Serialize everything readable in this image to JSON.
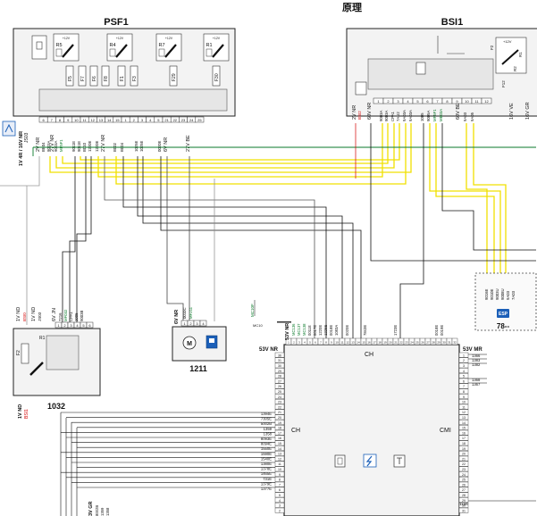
{
  "header": {
    "title": "原理"
  },
  "modules": {
    "psf1": {
      "name": "PSF1",
      "relays": [
        "R5",
        "R4",
        "R7",
        "R1"
      ],
      "relay_supply": "+12V",
      "fuses": [
        "F5",
        "F7",
        "F6",
        "F8",
        "F1",
        "F3",
        "F29",
        "F30"
      ],
      "pins": [
        "6",
        "7",
        "8",
        "9",
        "10",
        "11",
        "12",
        "13",
        "14",
        "15",
        "1",
        "2",
        "3",
        "4",
        "5",
        "21",
        "22",
        "23",
        "24",
        "25"
      ],
      "connectors": [
        "2V NR",
        "27V NR",
        "27V NR",
        "6V NR",
        "27V BE"
      ],
      "wires": [
        "BB04",
        "9003A",
        "9003A",
        "MF5F1",
        "9011E",
        "9011E",
        "B010",
        "1220E",
        "1220E",
        "B002",
        "B004",
        "1025E",
        "1025E",
        "0020E"
      ]
    },
    "bsi1": {
      "name": "BSI1",
      "supply": "+12V",
      "connectors": [
        "2V NR",
        "60V NR",
        "60V BE",
        "16V VE",
        "16V GR"
      ],
      "connector_codes": [
        "BSI2",
        "BSI3"
      ],
      "pins": [
        "1",
        "2",
        "3",
        "4",
        "5",
        "6",
        "7",
        "8",
        "9",
        "10",
        "11",
        "12"
      ],
      "wires": [
        "9003A",
        "9003A",
        "CPA1",
        "7AU2",
        "9A03A",
        "9A03A",
        "1005",
        "9005A",
        "MF5F1",
        "MB03A",
        "9A03",
        "9A05"
      ],
      "fuse_marks": [
        "F2",
        "R1",
        "R2",
        "F12"
      ]
    },
    "m1032": {
      "name": "1032",
      "connectors": [
        "1V ND",
        "1V ND",
        "6V JN"
      ],
      "connector_codes": [
        "BSI0",
        "JS03"
      ],
      "wires": [
        "7216",
        "MF032",
        "CPA1",
        "1005",
        "9003B"
      ],
      "fuse": "F2",
      "relay": "R1",
      "pins": [
        "1",
        "2",
        "3",
        "4",
        "5",
        "6"
      ],
      "bottom_connector": "1V ND",
      "bottom_code": "BSI1"
    },
    "m1211": {
      "name": "1211",
      "connector": "6V NR",
      "wires": [
        "0010C",
        "MF211"
      ],
      "pins": [
        "1",
        "2",
        "3",
        "4"
      ],
      "motor": "M"
    },
    "esp": {
      "badge": "ESP",
      "ref": "78--",
      "wires": [
        "9016E",
        "9010E",
        "9003U",
        "9008U",
        "9A03",
        "7A03"
      ]
    },
    "ch_unit": {
      "left_connector": "53V NR",
      "right_connector": "53V MR",
      "top_label": "CH",
      "mid_left_label": "CH",
      "mid_right_label": "CMI",
      "right_wires": [
        "1366",
        "1383",
        "1382",
        "1368",
        "1367"
      ],
      "left_wires": [
        "1394E",
        "7305E",
        "5002B",
        "1359",
        "1358",
        "8093E",
        "8094E",
        "1550E",
        "1590E",
        "1540E",
        "1380E",
        "1378E",
        "1465E",
        "731E",
        "1379E",
        "1377E"
      ],
      "bottom_right_wire": "1156",
      "top_wires": [
        "MC136",
        "MC137",
        "MC138",
        "0011E",
        "0017E",
        "1220E",
        "1225E",
        "0018E",
        "1083A",
        "0020E",
        "7843E",
        "1723E",
        "0018E",
        "0019E"
      ],
      "top_connector": "53V NR",
      "bottom_left_connector": "3V GR",
      "bottom_left_wires": [
        "8002B",
        "1359",
        "1358"
      ],
      "small_label": "MC10F",
      "small_code": "MC10"
    },
    "side": {
      "left_connector": "1V 4R / 16V NR",
      "left_code": "JS03"
    }
  }
}
